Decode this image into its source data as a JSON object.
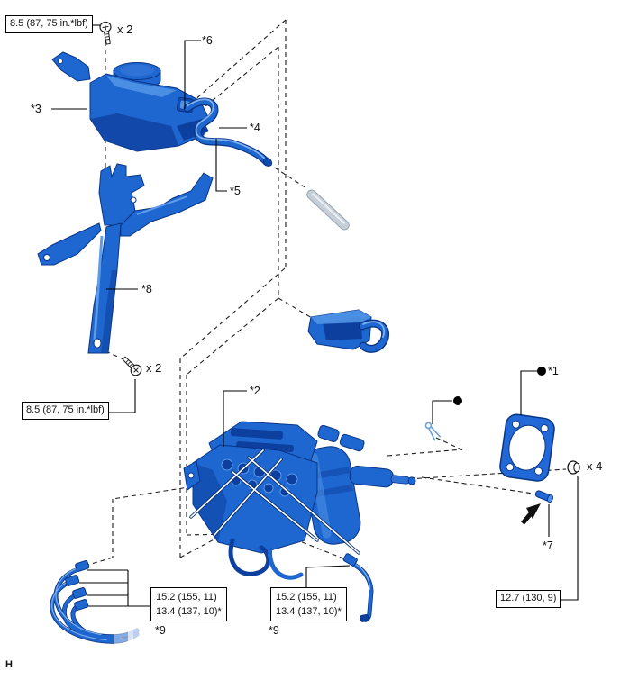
{
  "colors": {
    "part_blue": "#1e66d0",
    "part_blue_dark": "#0d3f9e",
    "part_blue_light": "#4f93e6",
    "part_outline": "#0a3584",
    "clip_blue": "#6b9fd8",
    "tube_gray": "#c6cfd8",
    "line_black": "#000000",
    "background": "#ffffff"
  },
  "footer": {
    "mark": "H"
  },
  "callouts": {
    "c1": "*1",
    "c2": "*2",
    "c3": "*3",
    "c4": "*4",
    "c5": "*5",
    "c6": "*6",
    "c7": "*7",
    "c8": "*8",
    "c9_left": "*9",
    "c9_right": "*9"
  },
  "quantities": {
    "reservoir_screws": "x 2",
    "bracket_screws": "x 2",
    "mounting_nuts": "x 4"
  },
  "torque_specs": {
    "reservoir_screw": "8.5 (87, 75 in.*lbf)",
    "bracket_screw": "8.5 (87, 75 in.*lbf)",
    "mounting_nut": "12.7 (130, 9)",
    "brake_line_left": {
      "row1": "15.2 (155, 11)",
      "row2": "13.4 (137, 10)*"
    },
    "brake_line_right": {
      "row1": "15.2 (155, 11)",
      "row2": "13.4 (137, 10)*"
    }
  }
}
